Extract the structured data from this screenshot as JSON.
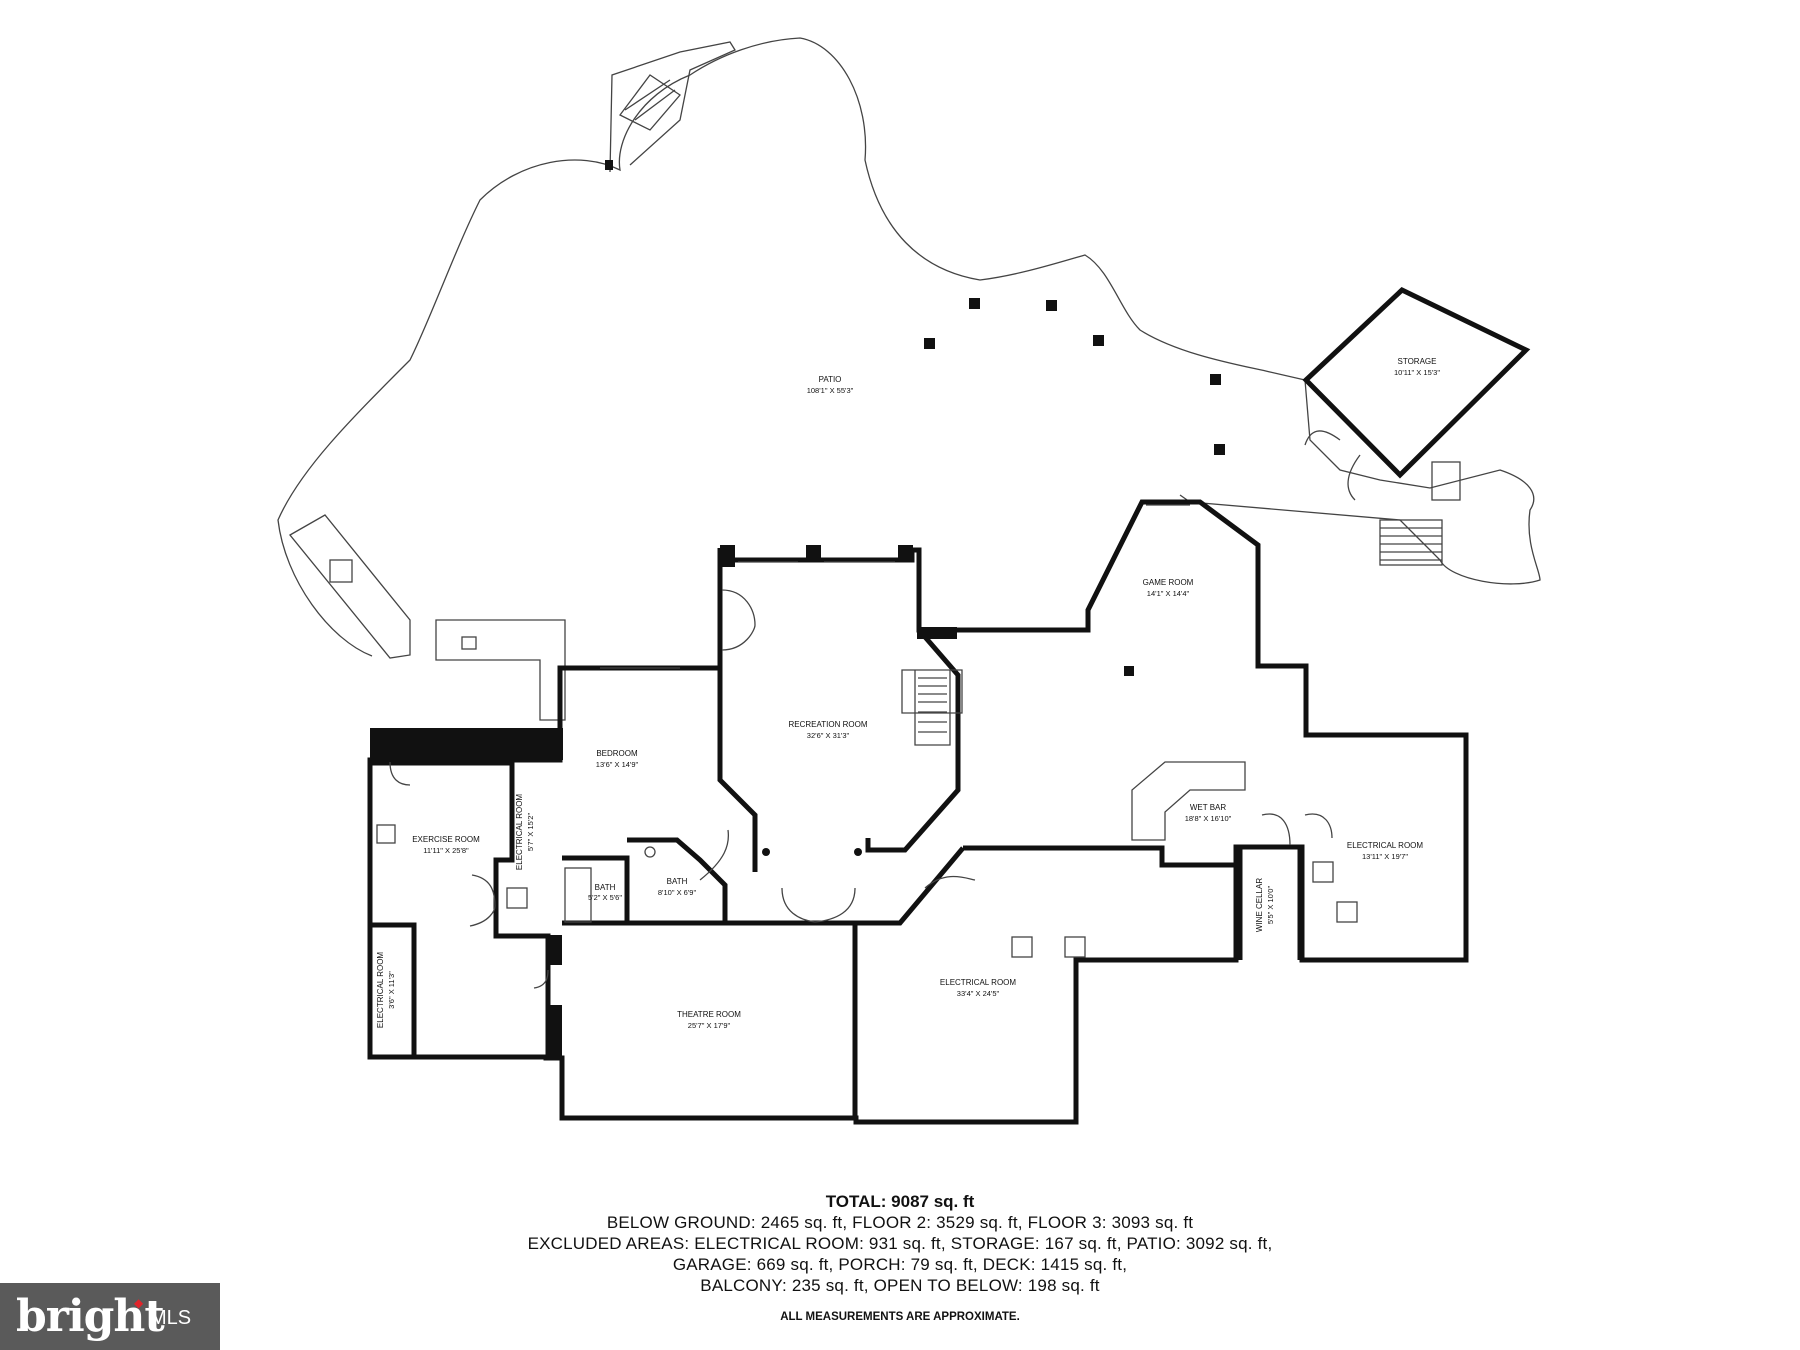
{
  "rooms": [
    {
      "name": "PATIO",
      "dims": "108'1\" X 55'3\""
    },
    {
      "name": "STORAGE",
      "dims": "10'11\" X 15'3\""
    },
    {
      "name": "GAME ROOM",
      "dims": "14'1\" X 14'4\""
    },
    {
      "name": "RECREATION ROOM",
      "dims": "32'6\" X 31'3\""
    },
    {
      "name": "BEDROOM",
      "dims": "13'6\" X 14'9\""
    },
    {
      "name": "EXERCISE ROOM",
      "dims": "11'11\" X 25'8\""
    },
    {
      "name": "ELECTRICAL ROOM",
      "dims": "5'7\" X 15'2\""
    },
    {
      "name": "BATH",
      "dims": "5'2\" X 5'6\""
    },
    {
      "name": "BATH",
      "dims": "8'10\" X 6'9\""
    },
    {
      "name": "WET BAR",
      "dims": "18'8\" X 16'10\""
    },
    {
      "name": "ELECTRICAL ROOM",
      "dims": "13'11\" X 19'7\""
    },
    {
      "name": "WINE CELLAR",
      "dims": "5'5\" X 10'0\""
    },
    {
      "name": "ELECTRICAL ROOM",
      "dims": "3'6\" X 11'3\""
    },
    {
      "name": "THEATRE ROOM",
      "dims": "25'7\" X 17'9\""
    },
    {
      "name": "ELECTRICAL ROOM",
      "dims": "33'4\" X 24'5\""
    }
  ],
  "summary": {
    "total": "TOTAL: 9087 sq. ft",
    "line1": "BELOW GROUND: 2465 sq. ft, FLOOR 2: 3529 sq. ft, FLOOR 3: 3093 sq. ft",
    "line2": "EXCLUDED AREAS: ELECTRICAL ROOM: 931 sq. ft, STORAGE: 167 sq. ft, PATIO: 3092 sq. ft,",
    "line3": "GARAGE: 669 sq. ft, PORCH: 79 sq. ft, DECK: 1415 sq. ft,",
    "line4": "BALCONY: 235 sq. ft, OPEN TO BELOW: 198 sq. ft",
    "note": "ALL MEASUREMENTS ARE APPROXIMATE."
  },
  "logo": {
    "word": "bright",
    "suffix": "MLS"
  }
}
